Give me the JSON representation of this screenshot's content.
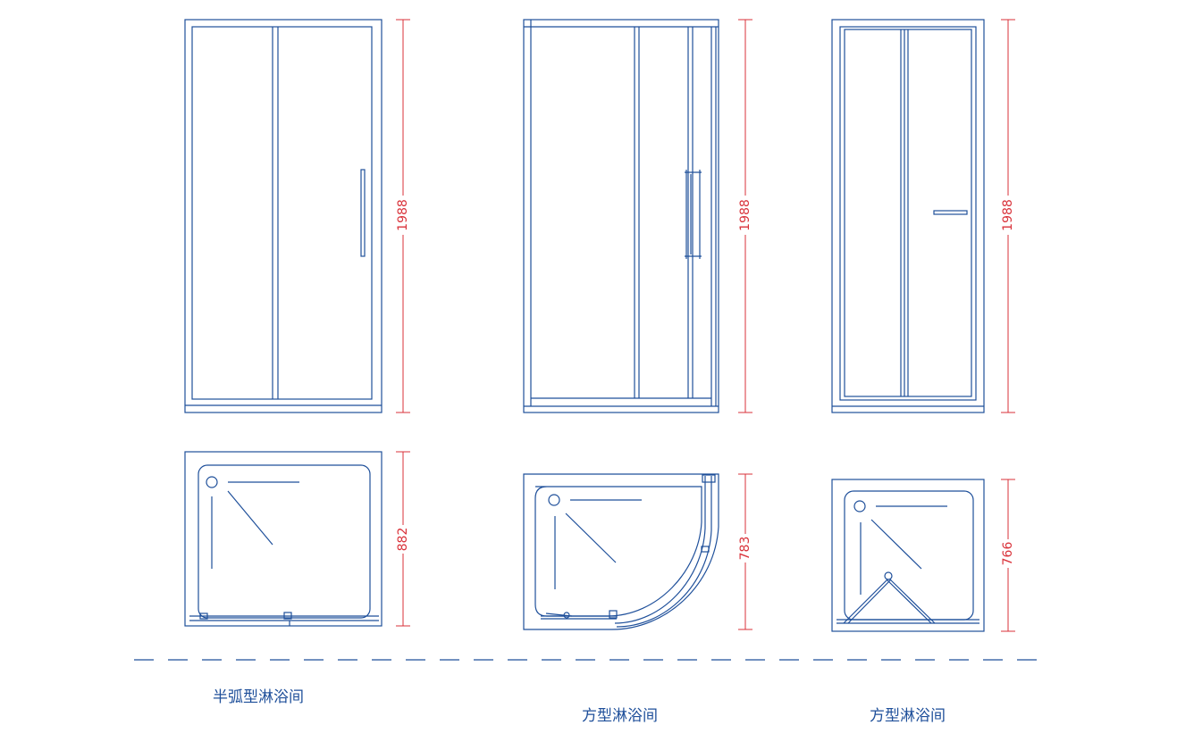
{
  "colors": {
    "outline": "#1e4f9a",
    "dimension": "#d9323a",
    "caption": "#1e4f9a",
    "divider": "#1e4f9a",
    "background": "#ffffff"
  },
  "dimensions": {
    "height_1": "1988",
    "height_2": "1988",
    "height_3": "1988",
    "depth_1": "882",
    "depth_2": "783",
    "depth_3": "766"
  },
  "captions": {
    "unit_1": "半弧型淋浴间",
    "unit_2": "方型淋浴间",
    "unit_3": "方型淋浴间"
  }
}
